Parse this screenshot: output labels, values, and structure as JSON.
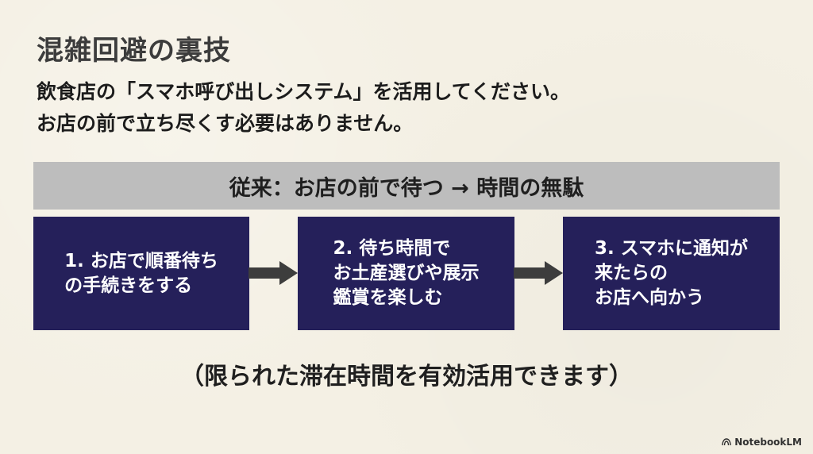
{
  "title": "混雑回避の裏技",
  "intro": {
    "line1": "飲食店の「スマホ呼び出しシステム」を活用してください。",
    "line2": "お店の前で立ち尽くす必要はありません。"
  },
  "banner": {
    "text": "従来：お店の前で待つ → 時間の無駄",
    "background": "#bdbdbd"
  },
  "steps": [
    {
      "text": "1. お店で順番待ち\nの手続きをする"
    },
    {
      "text": "2. 待ち時間で\nお土産選びや展示\n鑑賞を楽しむ"
    },
    {
      "text": "3. スマホに通知が\n来たらの\nお店へ向かう"
    }
  ],
  "note": "（限られた滞在時間を有効活用できます）",
  "brand": {
    "label": "NotebookLM",
    "icon": "notebooklm-logo-icon"
  },
  "colors": {
    "background": "#f4f0e4",
    "step_box": "#25205a",
    "arrow": "#3d3d3d",
    "title": "#3c3c3c"
  }
}
